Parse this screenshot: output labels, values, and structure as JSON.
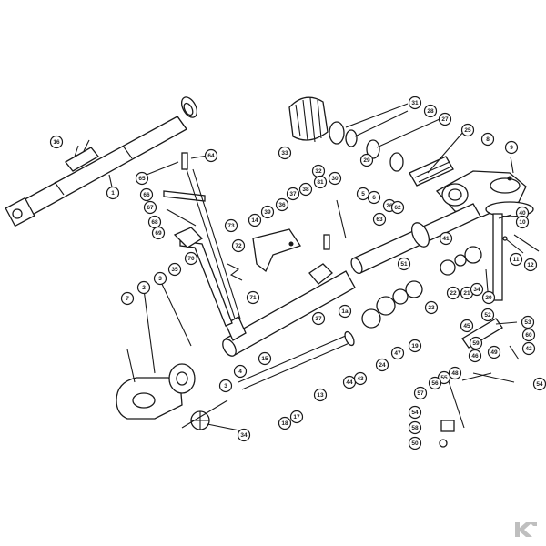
{
  "brand": {
    "name": "K",
    "color": "#bfbfbf"
  },
  "parts": [
    {
      "id": "p31",
      "label": "31"
    },
    {
      "id": "p28",
      "label": "28"
    },
    {
      "id": "p27",
      "label": "27"
    },
    {
      "id": "p25",
      "label": "25"
    },
    {
      "id": "p33",
      "label": "33"
    },
    {
      "id": "p32",
      "label": "32"
    },
    {
      "id": "p30",
      "label": "30"
    },
    {
      "id": "p29",
      "label": "29"
    },
    {
      "id": "p26",
      "label": "26"
    },
    {
      "id": "p8",
      "label": "8"
    },
    {
      "id": "p9",
      "label": "9"
    },
    {
      "id": "p16",
      "label": "16"
    },
    {
      "id": "p64",
      "label": "64"
    },
    {
      "id": "p65",
      "label": "65"
    },
    {
      "id": "p1",
      "label": "1"
    },
    {
      "id": "p66",
      "label": "66"
    },
    {
      "id": "p67",
      "label": "67"
    },
    {
      "id": "p68",
      "label": "68"
    },
    {
      "id": "p69",
      "label": "69"
    },
    {
      "id": "p81",
      "label": "81"
    },
    {
      "id": "p38",
      "label": "38"
    },
    {
      "id": "p37",
      "label": "37"
    },
    {
      "id": "p36",
      "label": "36"
    },
    {
      "id": "p39",
      "label": "39"
    },
    {
      "id": "p5",
      "label": "5"
    },
    {
      "id": "p6",
      "label": "6"
    },
    {
      "id": "p63",
      "label": "63"
    },
    {
      "id": "p62",
      "label": "62"
    },
    {
      "id": "p40",
      "label": "40"
    },
    {
      "id": "p10",
      "label": "10"
    },
    {
      "id": "p73",
      "label": "73"
    },
    {
      "id": "p14",
      "label": "14"
    },
    {
      "id": "p72",
      "label": "72"
    },
    {
      "id": "p70",
      "label": "70"
    },
    {
      "id": "p71",
      "label": "71"
    },
    {
      "id": "p41",
      "label": "41"
    },
    {
      "id": "p11",
      "label": "11"
    },
    {
      "id": "p12",
      "label": "12"
    },
    {
      "id": "p51",
      "label": "51"
    },
    {
      "id": "p7",
      "label": "7"
    },
    {
      "id": "p2",
      "label": "2"
    },
    {
      "id": "p3",
      "label": "3"
    },
    {
      "id": "p35",
      "label": "35"
    },
    {
      "id": "p1a",
      "label": "1a"
    },
    {
      "id": "p22",
      "label": "22"
    },
    {
      "id": "p21",
      "label": "21"
    },
    {
      "id": "p34a",
      "label": "34"
    },
    {
      "id": "p20",
      "label": "20"
    },
    {
      "id": "p23",
      "label": "23"
    },
    {
      "id": "p52",
      "label": "52"
    },
    {
      "id": "p53",
      "label": "53"
    },
    {
      "id": "p45",
      "label": "45"
    },
    {
      "id": "p59",
      "label": "59"
    },
    {
      "id": "p60",
      "label": "60"
    },
    {
      "id": "p37b",
      "label": "37"
    },
    {
      "id": "p46",
      "label": "46"
    },
    {
      "id": "p49",
      "label": "49"
    },
    {
      "id": "p42",
      "label": "42"
    },
    {
      "id": "p47",
      "label": "47"
    },
    {
      "id": "p19",
      "label": "19"
    },
    {
      "id": "p24",
      "label": "24"
    },
    {
      "id": "p4",
      "label": "4"
    },
    {
      "id": "p15",
      "label": "15"
    },
    {
      "id": "p48",
      "label": "48"
    },
    {
      "id": "p54",
      "label": "54"
    },
    {
      "id": "p55",
      "label": "55"
    },
    {
      "id": "p44",
      "label": "44"
    },
    {
      "id": "p43",
      "label": "43"
    },
    {
      "id": "p3b",
      "label": "3"
    },
    {
      "id": "p13",
      "label": "13"
    },
    {
      "id": "p56",
      "label": "56"
    },
    {
      "id": "p57",
      "label": "57"
    },
    {
      "id": "p54b",
      "label": "54"
    },
    {
      "id": "p17",
      "label": "17"
    },
    {
      "id": "p18",
      "label": "18"
    },
    {
      "id": "p58",
      "label": "58"
    },
    {
      "id": "p34b",
      "label": "34"
    },
    {
      "id": "p50",
      "label": "50"
    }
  ]
}
